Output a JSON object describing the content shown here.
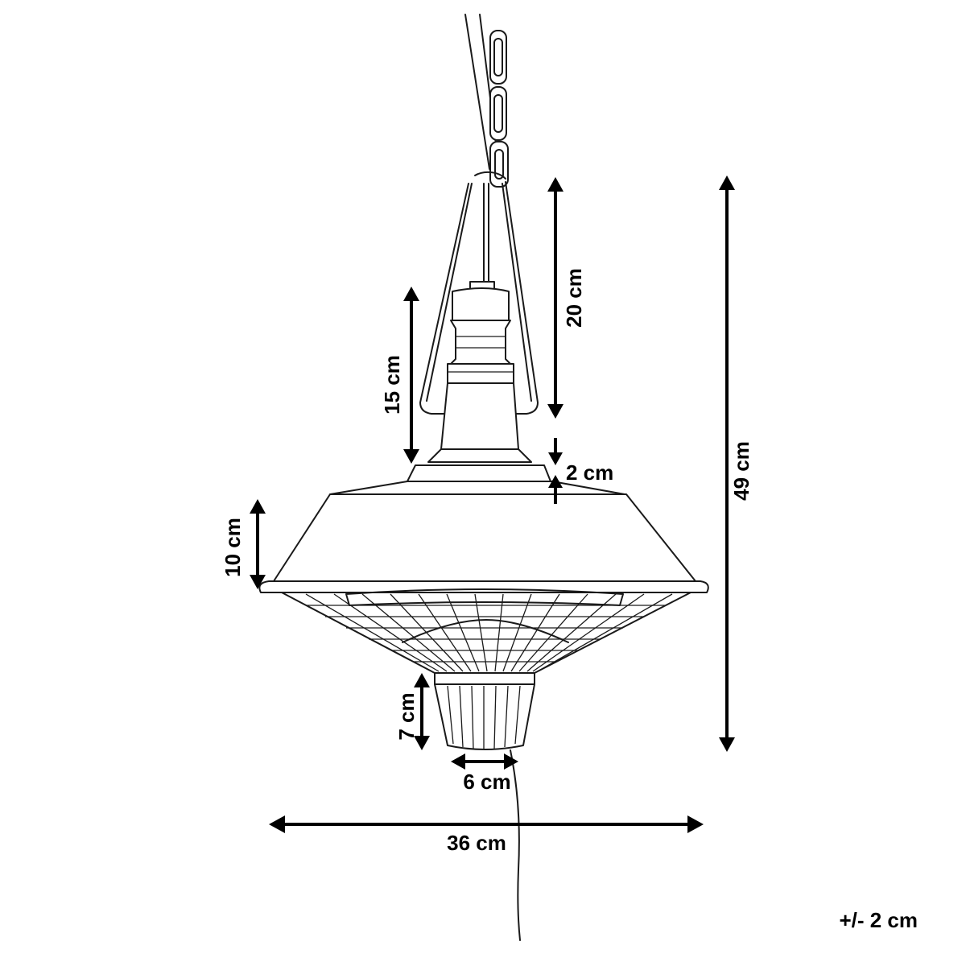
{
  "dimensions": {
    "overall_height": "49 cm",
    "hanger_height": "20 cm",
    "neck_height": "15 cm",
    "collar_height": "2 cm",
    "shade_height": "10 cm",
    "base_height": "7 cm",
    "base_width": "6 cm",
    "overall_width": "36 cm"
  },
  "tolerance": "+/- 2 cm"
}
